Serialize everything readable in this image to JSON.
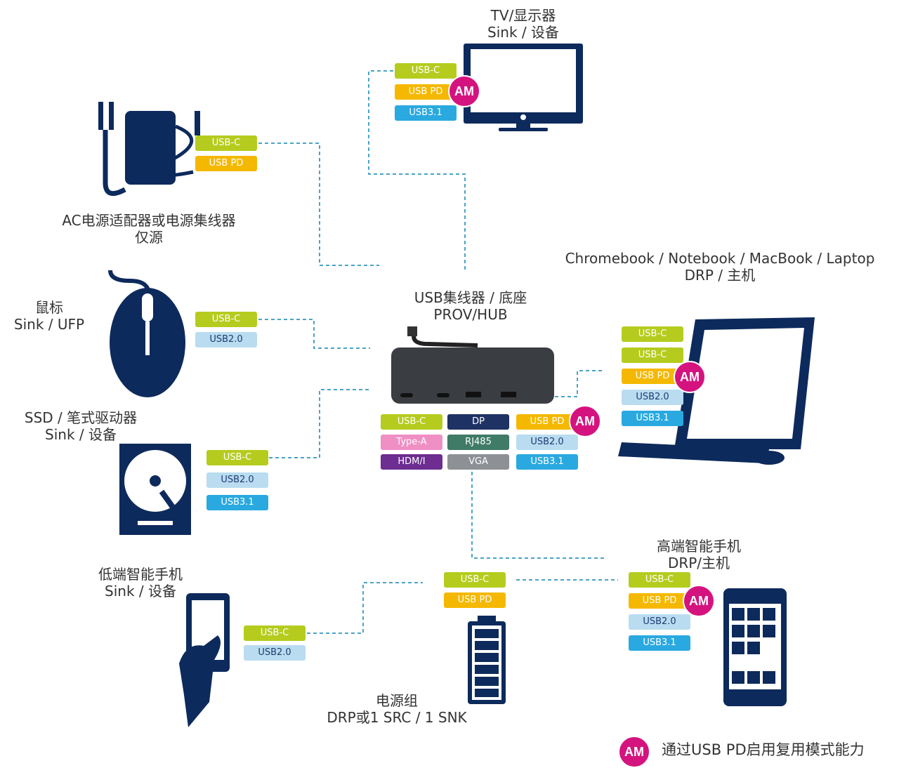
{
  "colors": {
    "usbc": "#b5cc1e",
    "usbpd": "#f5b800",
    "usb31": "#29a9e0",
    "usb20": "#b9dcf0",
    "dp": "#1f3264",
    "typea": "#f08fc4",
    "rj485": "#3f7b66",
    "hdmi": "#6d2d91",
    "vga": "#8d9196",
    "am": "#d4137f",
    "device": "#0d2a5c",
    "line": "#4aa3c7"
  },
  "devices": {
    "tv": {
      "line1": "TV/显示器",
      "line2": "Sink / 设备",
      "tags": [
        "USB-C",
        "USB PD",
        "USB3.1"
      ],
      "am": "AM"
    },
    "ac": {
      "line1": "AC电源适配器或电源集线器",
      "line2": "仅源",
      "tags": [
        "USB-C",
        "USB PD"
      ]
    },
    "mouse": {
      "line1": "鼠标",
      "line2": "Sink / UFP",
      "tags": [
        "USB-C",
        "USB2.0"
      ]
    },
    "ssd": {
      "line1": "SSD / 笔式驱动器",
      "line2": "Sink / 设备",
      "tags": [
        "USB-C",
        "USB2.0",
        "USB3.1"
      ]
    },
    "hub": {
      "line1": "USB集线器 / 底座",
      "line2": "PROV/HUB",
      "tags": [
        "USB-C",
        "DP",
        "USB PD",
        "Type-A",
        "RJ485",
        "USB2.0",
        "HDM/I",
        "VGA",
        "USB3.1"
      ],
      "am": "AM"
    },
    "laptop": {
      "line1": "Chromebook / Notebook / MacBook / Laptop",
      "line2": "DRP / 主机",
      "tags": [
        "USB-C",
        "USB-C",
        "USB PD",
        "USB2.0",
        "USB3.1"
      ],
      "am": "AM"
    },
    "lowphone": {
      "line1": "低端智能手机",
      "line2": "Sink / 设备",
      "tags": [
        "USB-C",
        "USB2.0"
      ]
    },
    "powerbank": {
      "line1": "电源组",
      "line2": "DRP或1 SRC / 1 SNK",
      "tags": [
        "USB-C",
        "USB PD"
      ]
    },
    "highphone": {
      "line1": "高端智能手机",
      "line2": "DRP/主机",
      "tags": [
        "USB-C",
        "USB PD",
        "USB2.0",
        "USB3.1"
      ],
      "am": "AM"
    }
  },
  "legend": {
    "badge": "AM",
    "text": "通过USB PD启用复用模式能力"
  }
}
